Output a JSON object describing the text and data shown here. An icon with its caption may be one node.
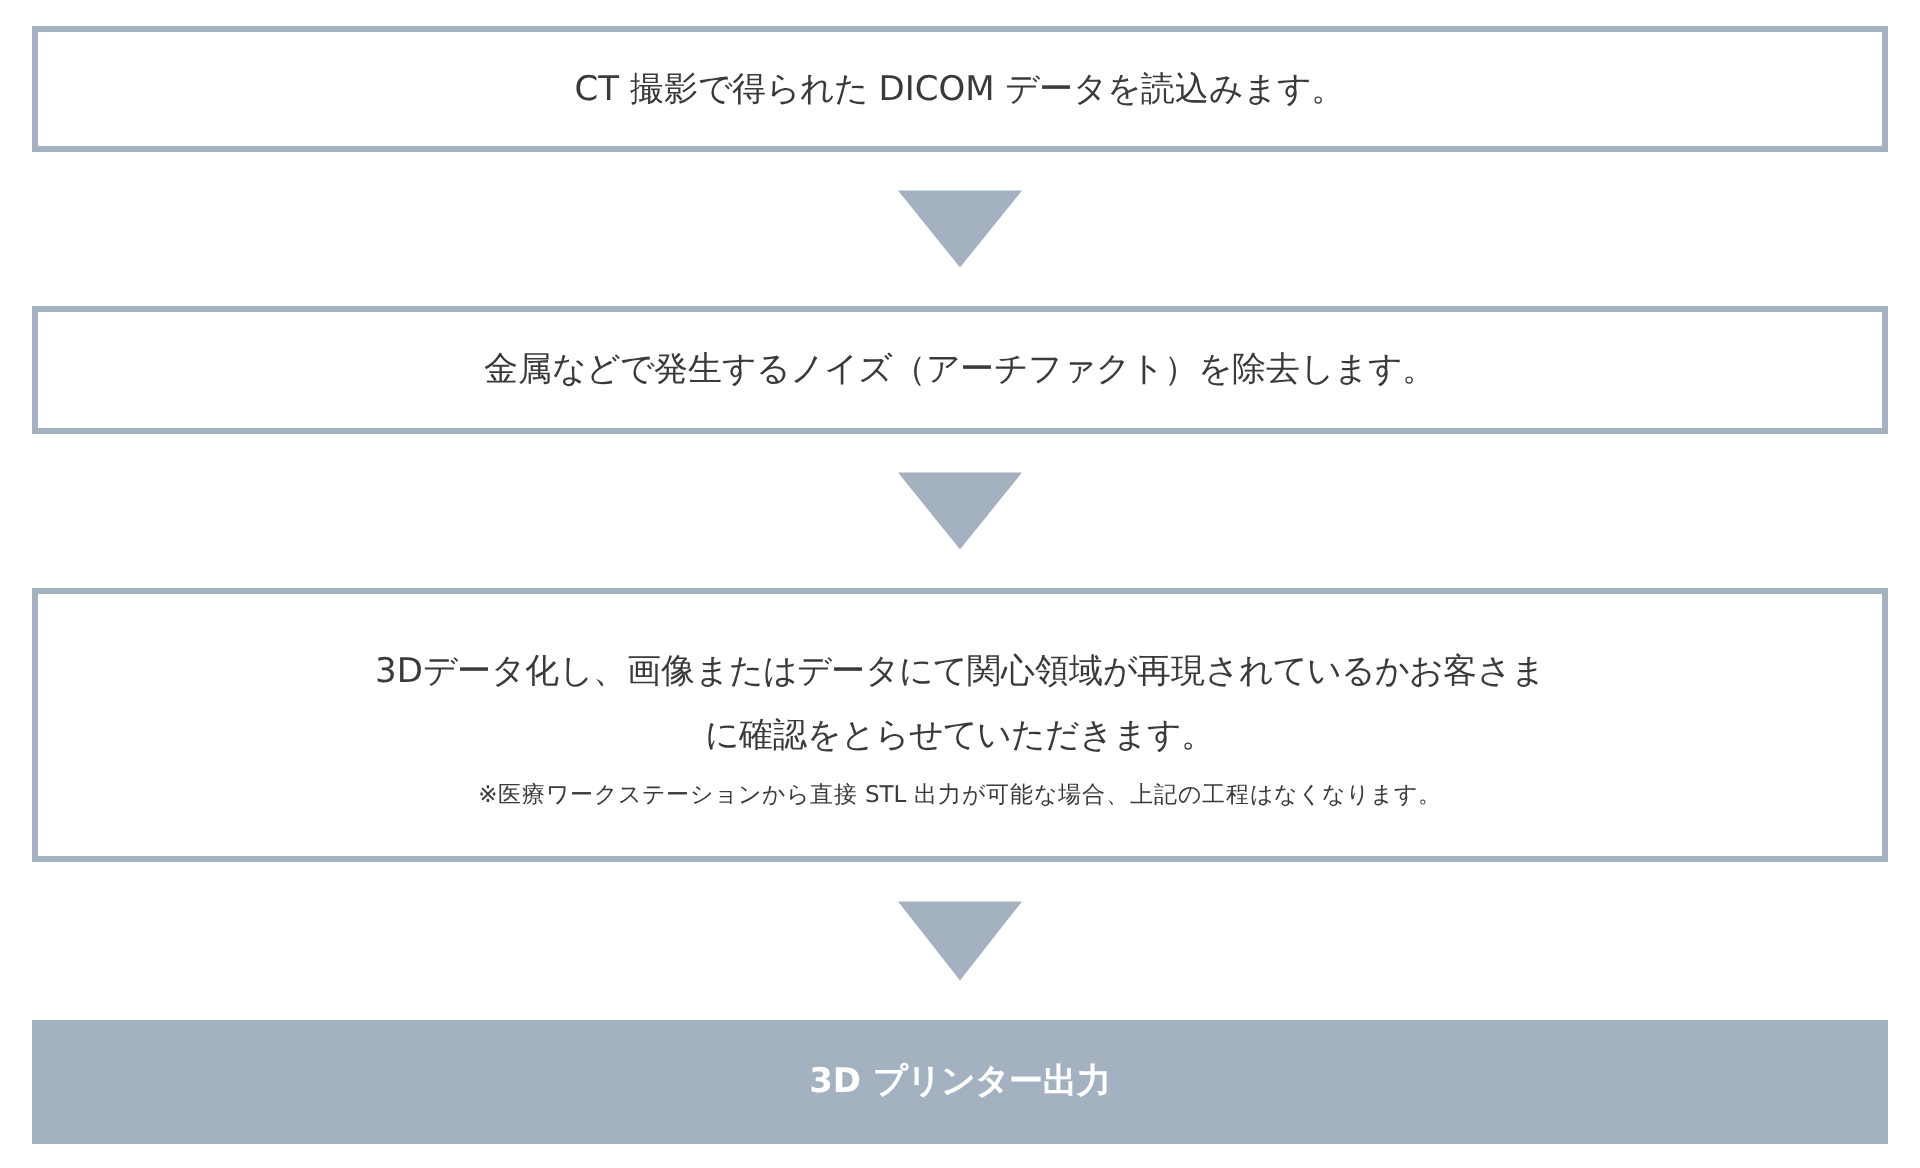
{
  "diagram": {
    "nodes": [
      {
        "text": [
          "CT 撮影で得られた DICOM データを読込みます。"
        ]
      },
      {
        "text": [
          "金属などで発生するノイズ（アーチファクト）を除去します。"
        ]
      },
      {
        "text": [
          "3Dデータ化し、画像またはデータにて関心領域が再現されているかお客さまに確認をとらせていただきます。",
          "※医療ワークステーションから直接 STL 出力が可能な場合、上記の工程はなくなります。"
        ]
      },
      {
        "text": [
          "3D プリンター出力"
        ]
      }
    ],
    "edges": [
      {
        "from": 0,
        "to": 1,
        "arrow": "to"
      },
      {
        "from": 1,
        "to": 2,
        "arrow": "to"
      },
      {
        "from": 2,
        "to": 3,
        "arrow": "to"
      }
    ]
  }
}
